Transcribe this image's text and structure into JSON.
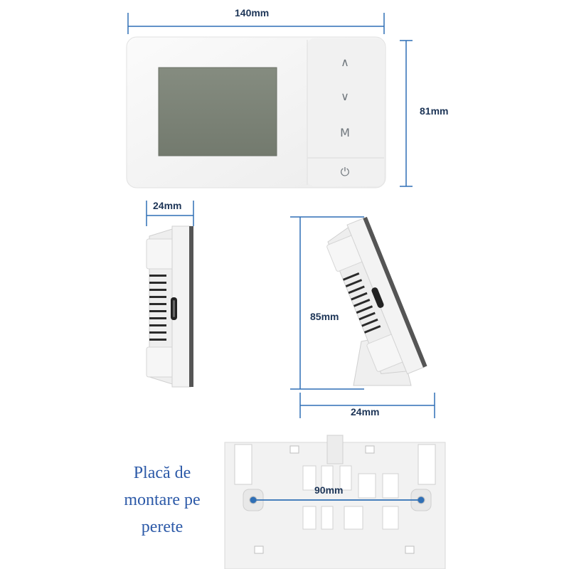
{
  "dimensions": {
    "front_width": "140mm",
    "front_height": "81mm",
    "side_depth": "24mm",
    "stand_height": "85mm",
    "stand_depth": "24mm",
    "plate_hole_spacing": "90mm"
  },
  "buttons": {
    "up": "∧",
    "down": "∨",
    "mode": "M",
    "power": "⏻"
  },
  "plate_caption": [
    "Placă de",
    "montare pe",
    "perete"
  ],
  "colors": {
    "dimension_line": "#2f6fb5",
    "dimension_text": "#1d3557",
    "caption": "#2d5aa8",
    "lcd": "#7c8477",
    "body": "#f4f4f4"
  }
}
